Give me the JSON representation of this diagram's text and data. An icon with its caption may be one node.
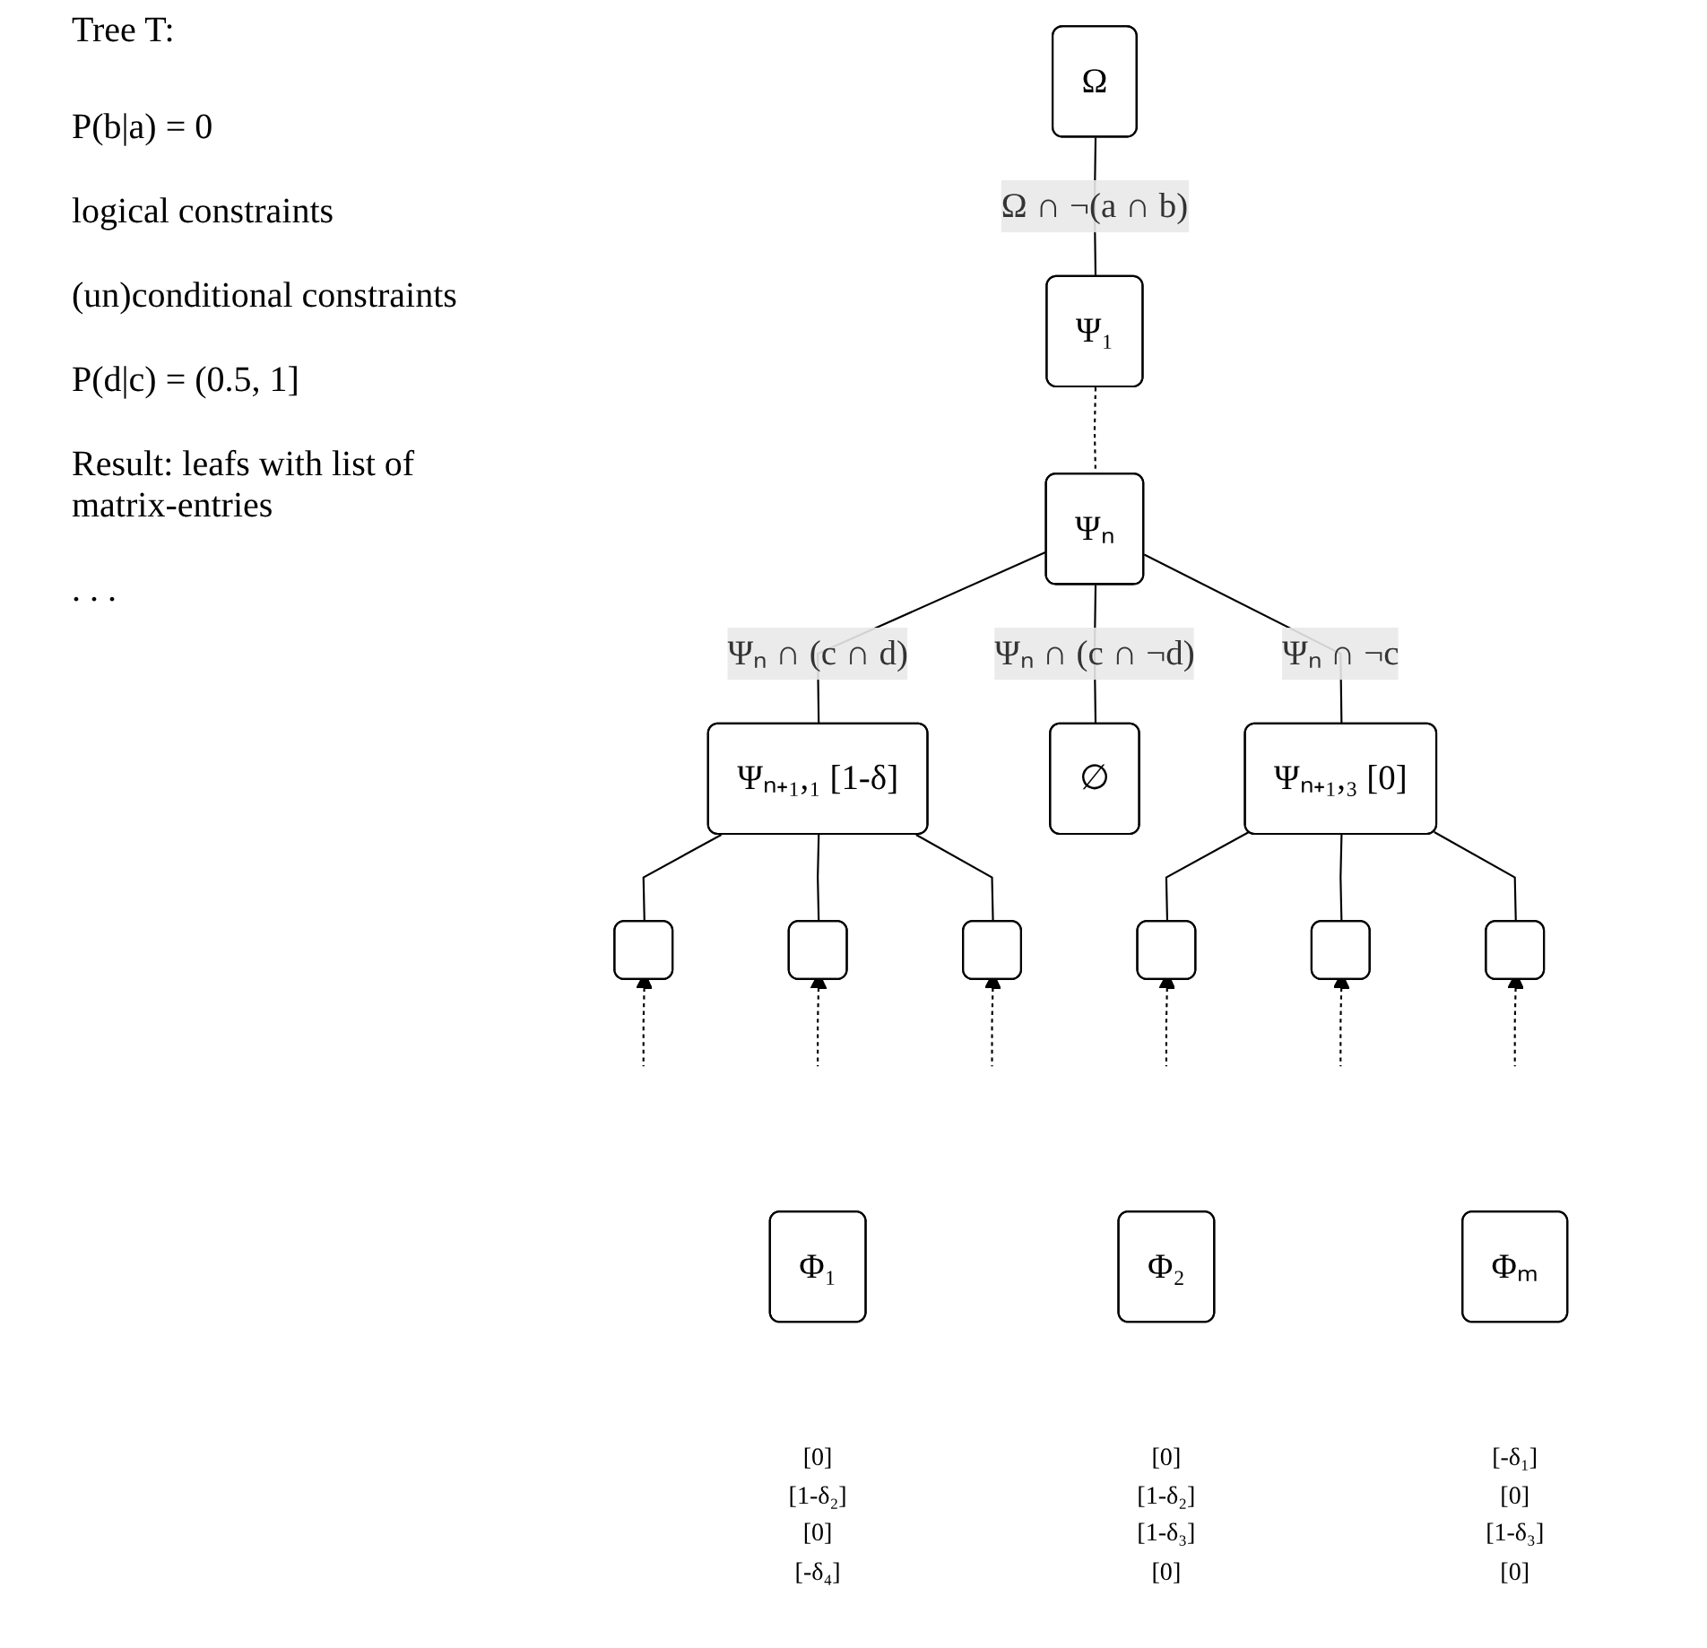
{
  "diagram": {
    "title": "Tree T:",
    "nodes": [
      {
        "text": [
          "Ω"
        ]
      },
      {
        "text": [
          "Ψ₁"
        ]
      },
      {
        "text": [
          "Ψₙ"
        ]
      },
      {
        "text": [
          "Ψₙ₊₁,₁ [1-δ]"
        ]
      },
      {
        "text": [
          "∅"
        ]
      },
      {
        "text": [
          "Ψₙ₊₁,₃ [0]"
        ]
      },
      {
        "text": [],
        "shape": "box"
      },
      {
        "text": [],
        "shape": "box"
      },
      {
        "text": [],
        "shape": "box"
      },
      {
        "text": [],
        "shape": "box"
      },
      {
        "text": [],
        "shape": "box"
      },
      {
        "text": [],
        "shape": "box"
      },
      {
        "text": [
          "Φ₁"
        ],
        "beside": [
          "[0]",
          "[1-δ₂]",
          "[0]",
          "[-δ₄]"
        ]
      },
      {
        "text": [
          "Φ₂"
        ],
        "beside": [
          "[0]",
          "[1-δ₂]",
          "[1-δ₃]",
          "[0]"
        ]
      },
      {
        "text": [
          "Φₘ"
        ],
        "beside": [
          "[-δ₁]",
          "[0]",
          "[1-δ₃]",
          "[0]"
        ]
      }
    ],
    "edges": [
      {
        "from": 0,
        "to": 1,
        "arrow": "none",
        "label": "Ω ∩ ¬(a ∩ b)"
      },
      {
        "from": 1,
        "to": 2,
        "arrow": "none",
        "style": "dashed"
      },
      {
        "from": 2,
        "to": 3,
        "arrow": "none",
        "label": "Ψₙ ∩ (c ∩ d)"
      },
      {
        "from": 2,
        "to": 4,
        "arrow": "none",
        "label": "Ψₙ ∩ (c ∩ ¬d)"
      },
      {
        "from": 2,
        "to": 5,
        "arrow": "none",
        "label": "Ψₙ ∩ ¬c"
      },
      {
        "from": 3,
        "to": 6,
        "arrow": "none"
      },
      {
        "from": 3,
        "to": 7,
        "arrow": "none"
      },
      {
        "from": 3,
        "to": 8,
        "arrow": "none"
      },
      {
        "from": 5,
        "to": 9,
        "arrow": "none"
      },
      {
        "from": 5,
        "to": 10,
        "arrow": "none"
      },
      {
        "from": 5,
        "to": 11,
        "arrow": "none"
      },
      {
        "from": null,
        "to": 6,
        "arrow": "to",
        "style": "dashed"
      },
      {
        "from": null,
        "to": 7,
        "arrow": "to",
        "style": "dashed"
      },
      {
        "from": null,
        "to": 8,
        "arrow": "to",
        "style": "dashed"
      },
      {
        "from": null,
        "to": 9,
        "arrow": "to",
        "style": "dashed"
      },
      {
        "from": null,
        "to": 10,
        "arrow": "to",
        "style": "dashed"
      },
      {
        "from": null,
        "to": 11,
        "arrow": "to",
        "style": "dashed"
      }
    ],
    "labels": [
      "P(b|a) = 0",
      "logical constraints",
      "(un)conditional constraints",
      "P(d|c) = (0.5, 1]",
      "Result: leafs with list of matrix-entries",
      ". . ."
    ]
  }
}
